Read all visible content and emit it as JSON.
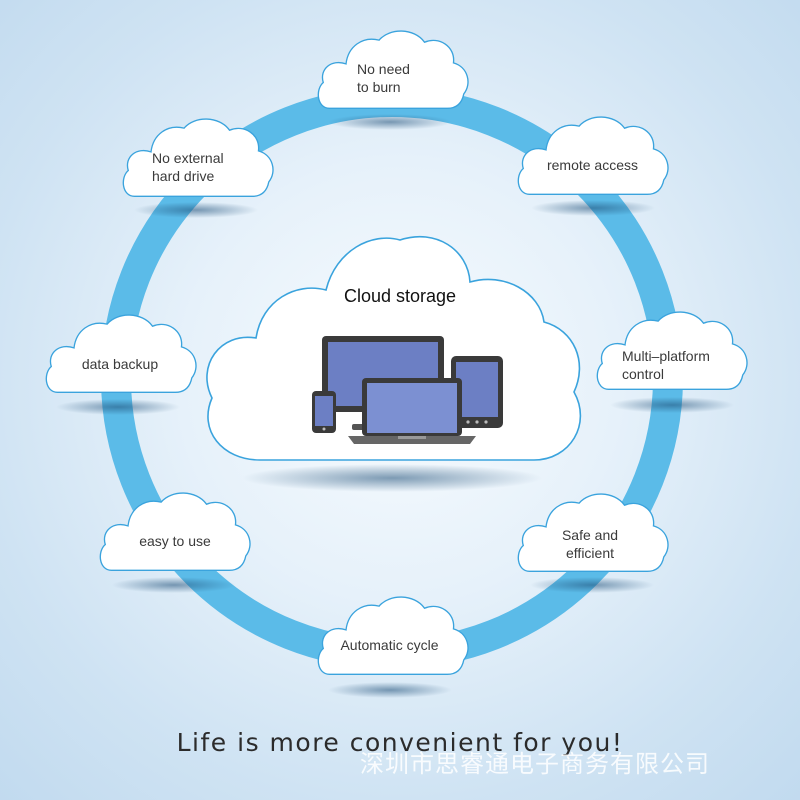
{
  "center": {
    "title": "Cloud storage"
  },
  "nodes": [
    {
      "id": "no-need-to-burn",
      "label": "No need\nto burn"
    },
    {
      "id": "remote-access",
      "label": "remote access"
    },
    {
      "id": "multi-platform-control",
      "label": "Multi–platform\ncontrol"
    },
    {
      "id": "safe-and-efficient",
      "label": "Safe and\nefficient"
    },
    {
      "id": "automatic-cycle",
      "label": "Automatic cycle"
    },
    {
      "id": "easy-to-use",
      "label": "easy to use"
    },
    {
      "id": "data-backup",
      "label": "data backup"
    },
    {
      "id": "no-external-hard-drive",
      "label": "No external\nhard drive"
    }
  ],
  "tagline": "Life is more convenient for you!",
  "watermark": "深圳市思睿通电子商务有限公司",
  "colors": {
    "ring": "#5bbbe8",
    "cloud_outline": "#3aa3dd",
    "device_screen": "#6c7fc4",
    "device_body": "#3a3a3a"
  }
}
